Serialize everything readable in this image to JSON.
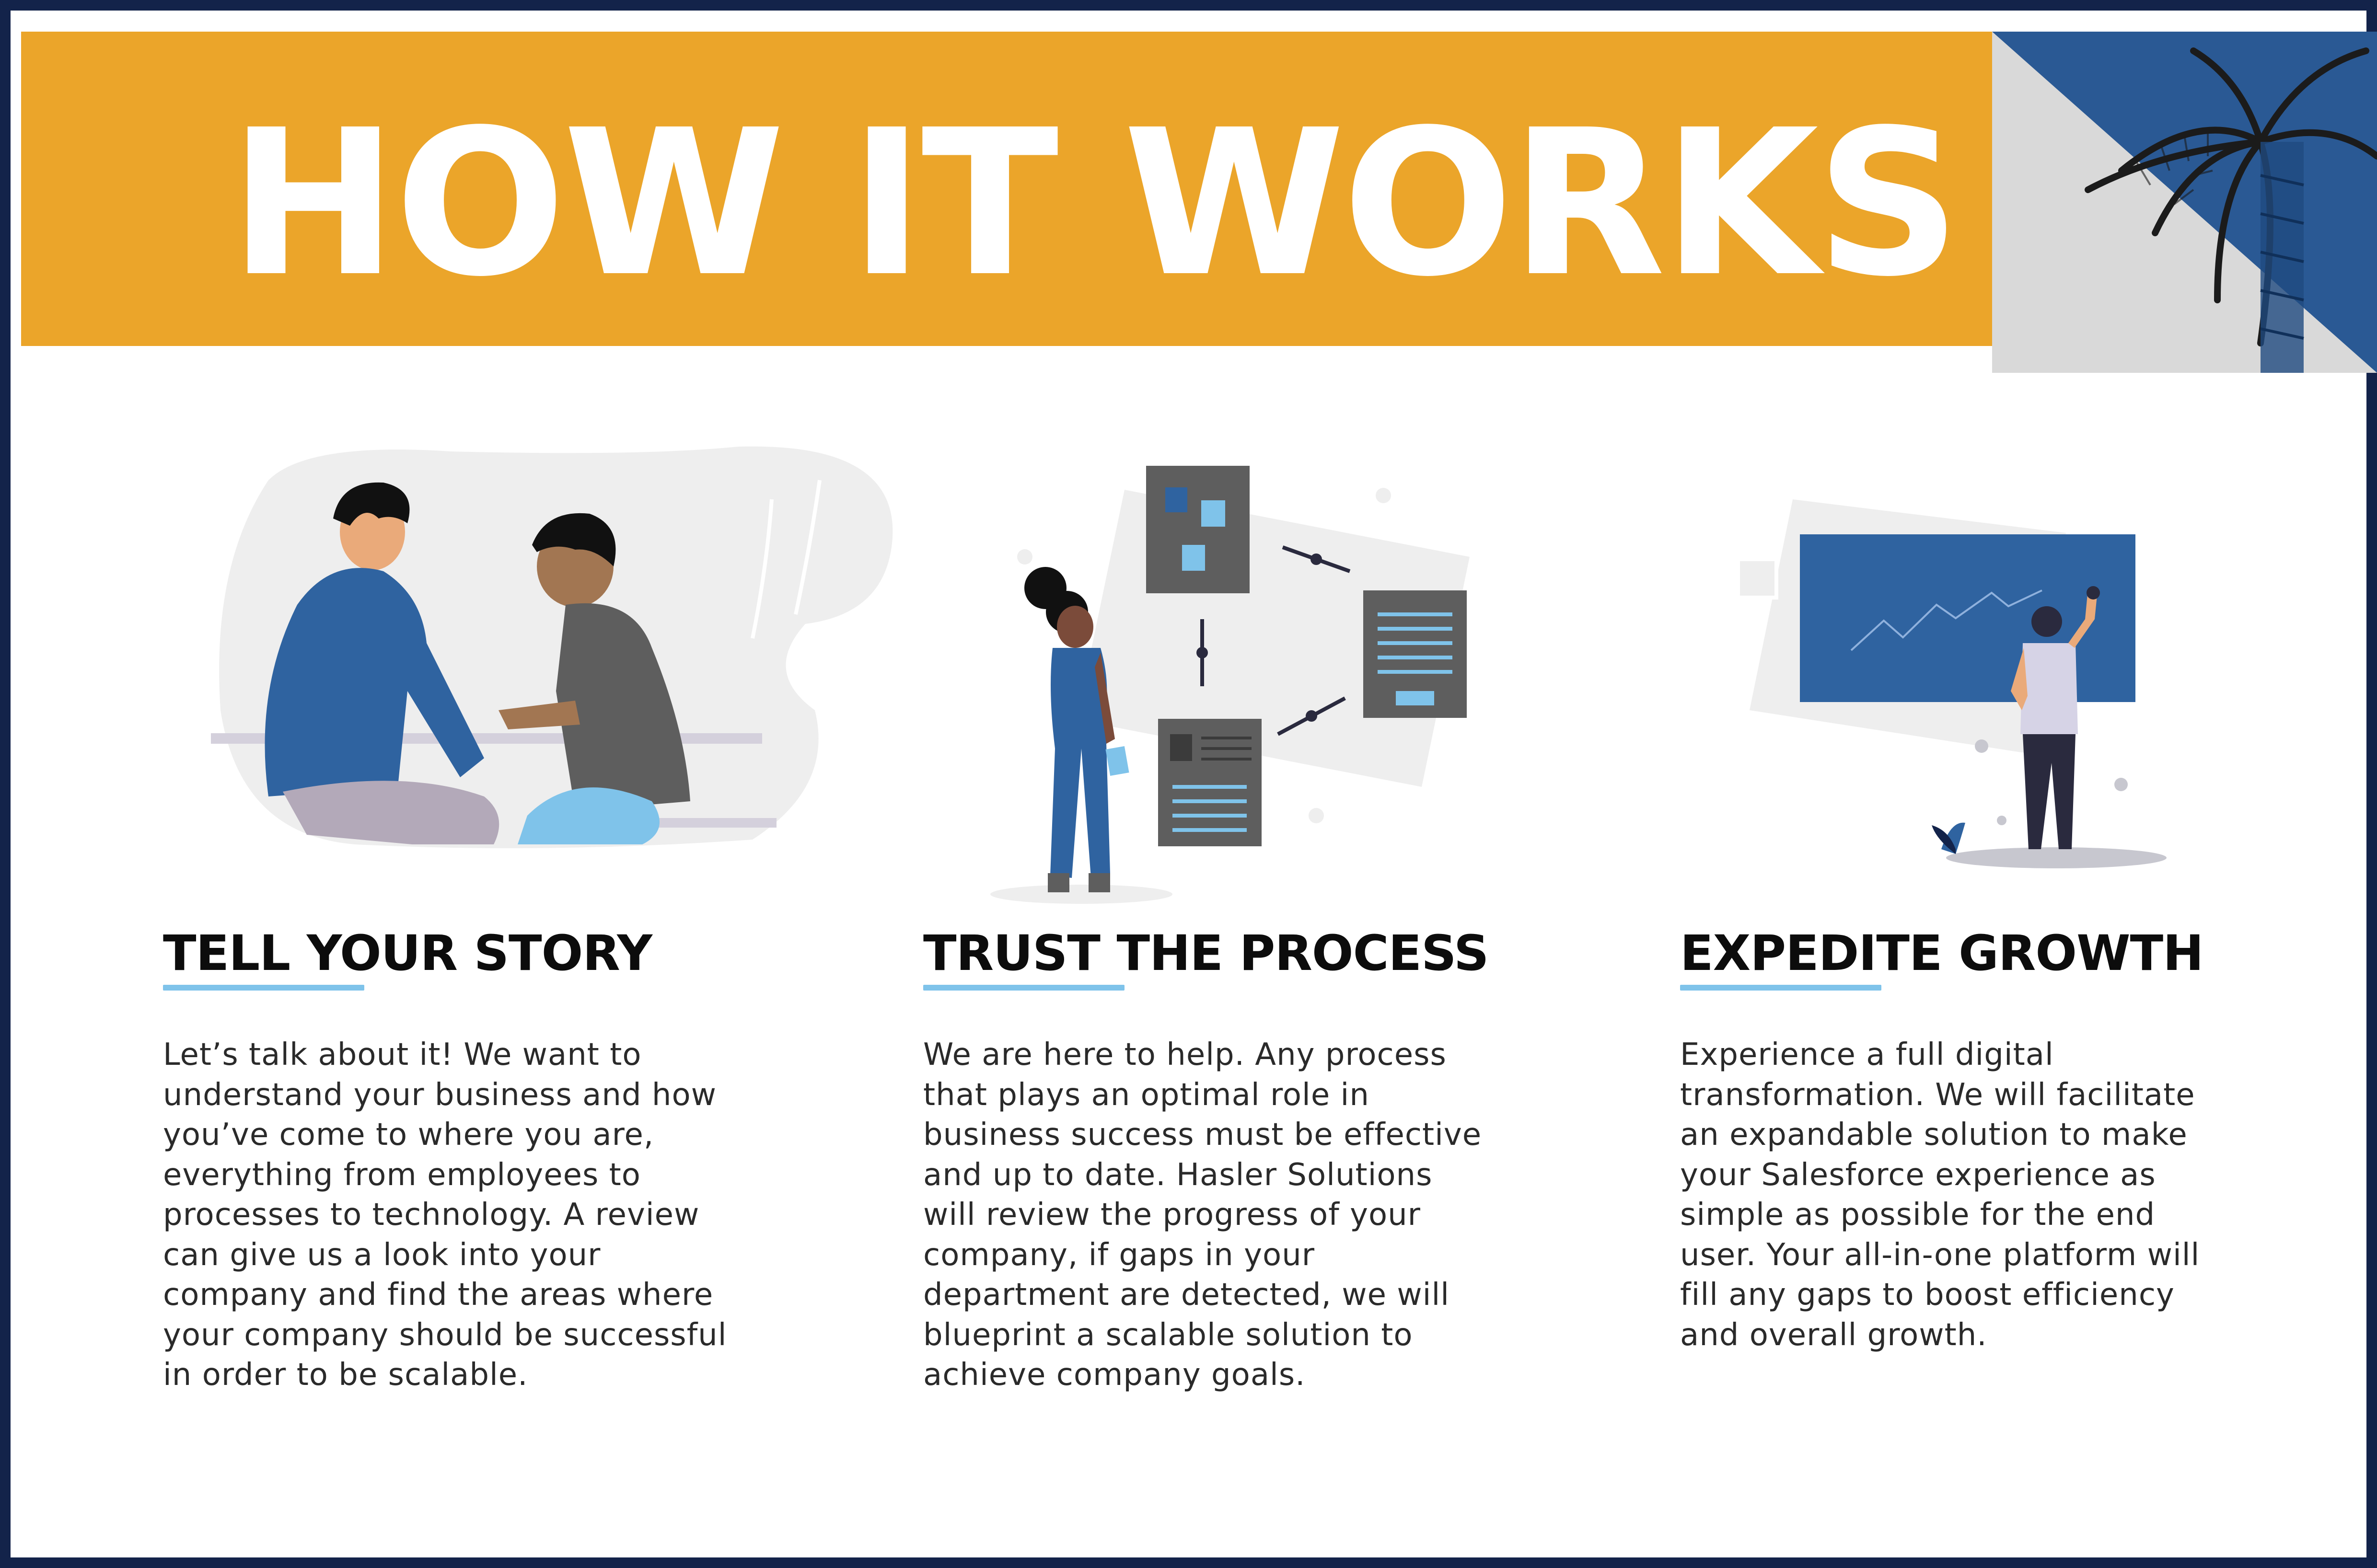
{
  "header": {
    "title": "HOW IT WORKS"
  },
  "sections": [
    {
      "title": "TELL YOUR STORY",
      "text": "Let’s talk about it! We want to\nunderstand your business and how\nyou’ve come to where you are,\neverything from employees to\nprocesses to technology. A review\ncan give us a look into your\ncompany and find the areas where\nyour company should be successful\nin order to be scalable.",
      "illustration_icon": "two-people-talking-illustration"
    },
    {
      "title": "TRUST THE PROCESS",
      "text": "We are here to help. Any process\nthat plays an optimal role in\nbusiness success must be effective\nand up to date. Hasler Solutions\nwill review the progress of your\ncompany,  if gaps in your\ndepartment are detected, we will\nblueprint a scalable solution to\nachieve company goals.",
      "illustration_icon": "process-flow-illustration"
    },
    {
      "title": "EXPEDITE GROWTH",
      "text": "Experience a full digital\ntransformation. We will facilitate\nan expandable solution to make\nyour Salesforce experience as\nsimple as possible for the end\nuser.  Your all-in-one platform will\nfill any gaps to boost efficiency\nand overall growth.",
      "illustration_icon": "growth-chart-illustration"
    }
  ],
  "colors": {
    "banner": "#eba52a",
    "frame": "#13234a",
    "accent_underline": "#7fc3ea",
    "illustration_blue": "#2f63a0"
  }
}
